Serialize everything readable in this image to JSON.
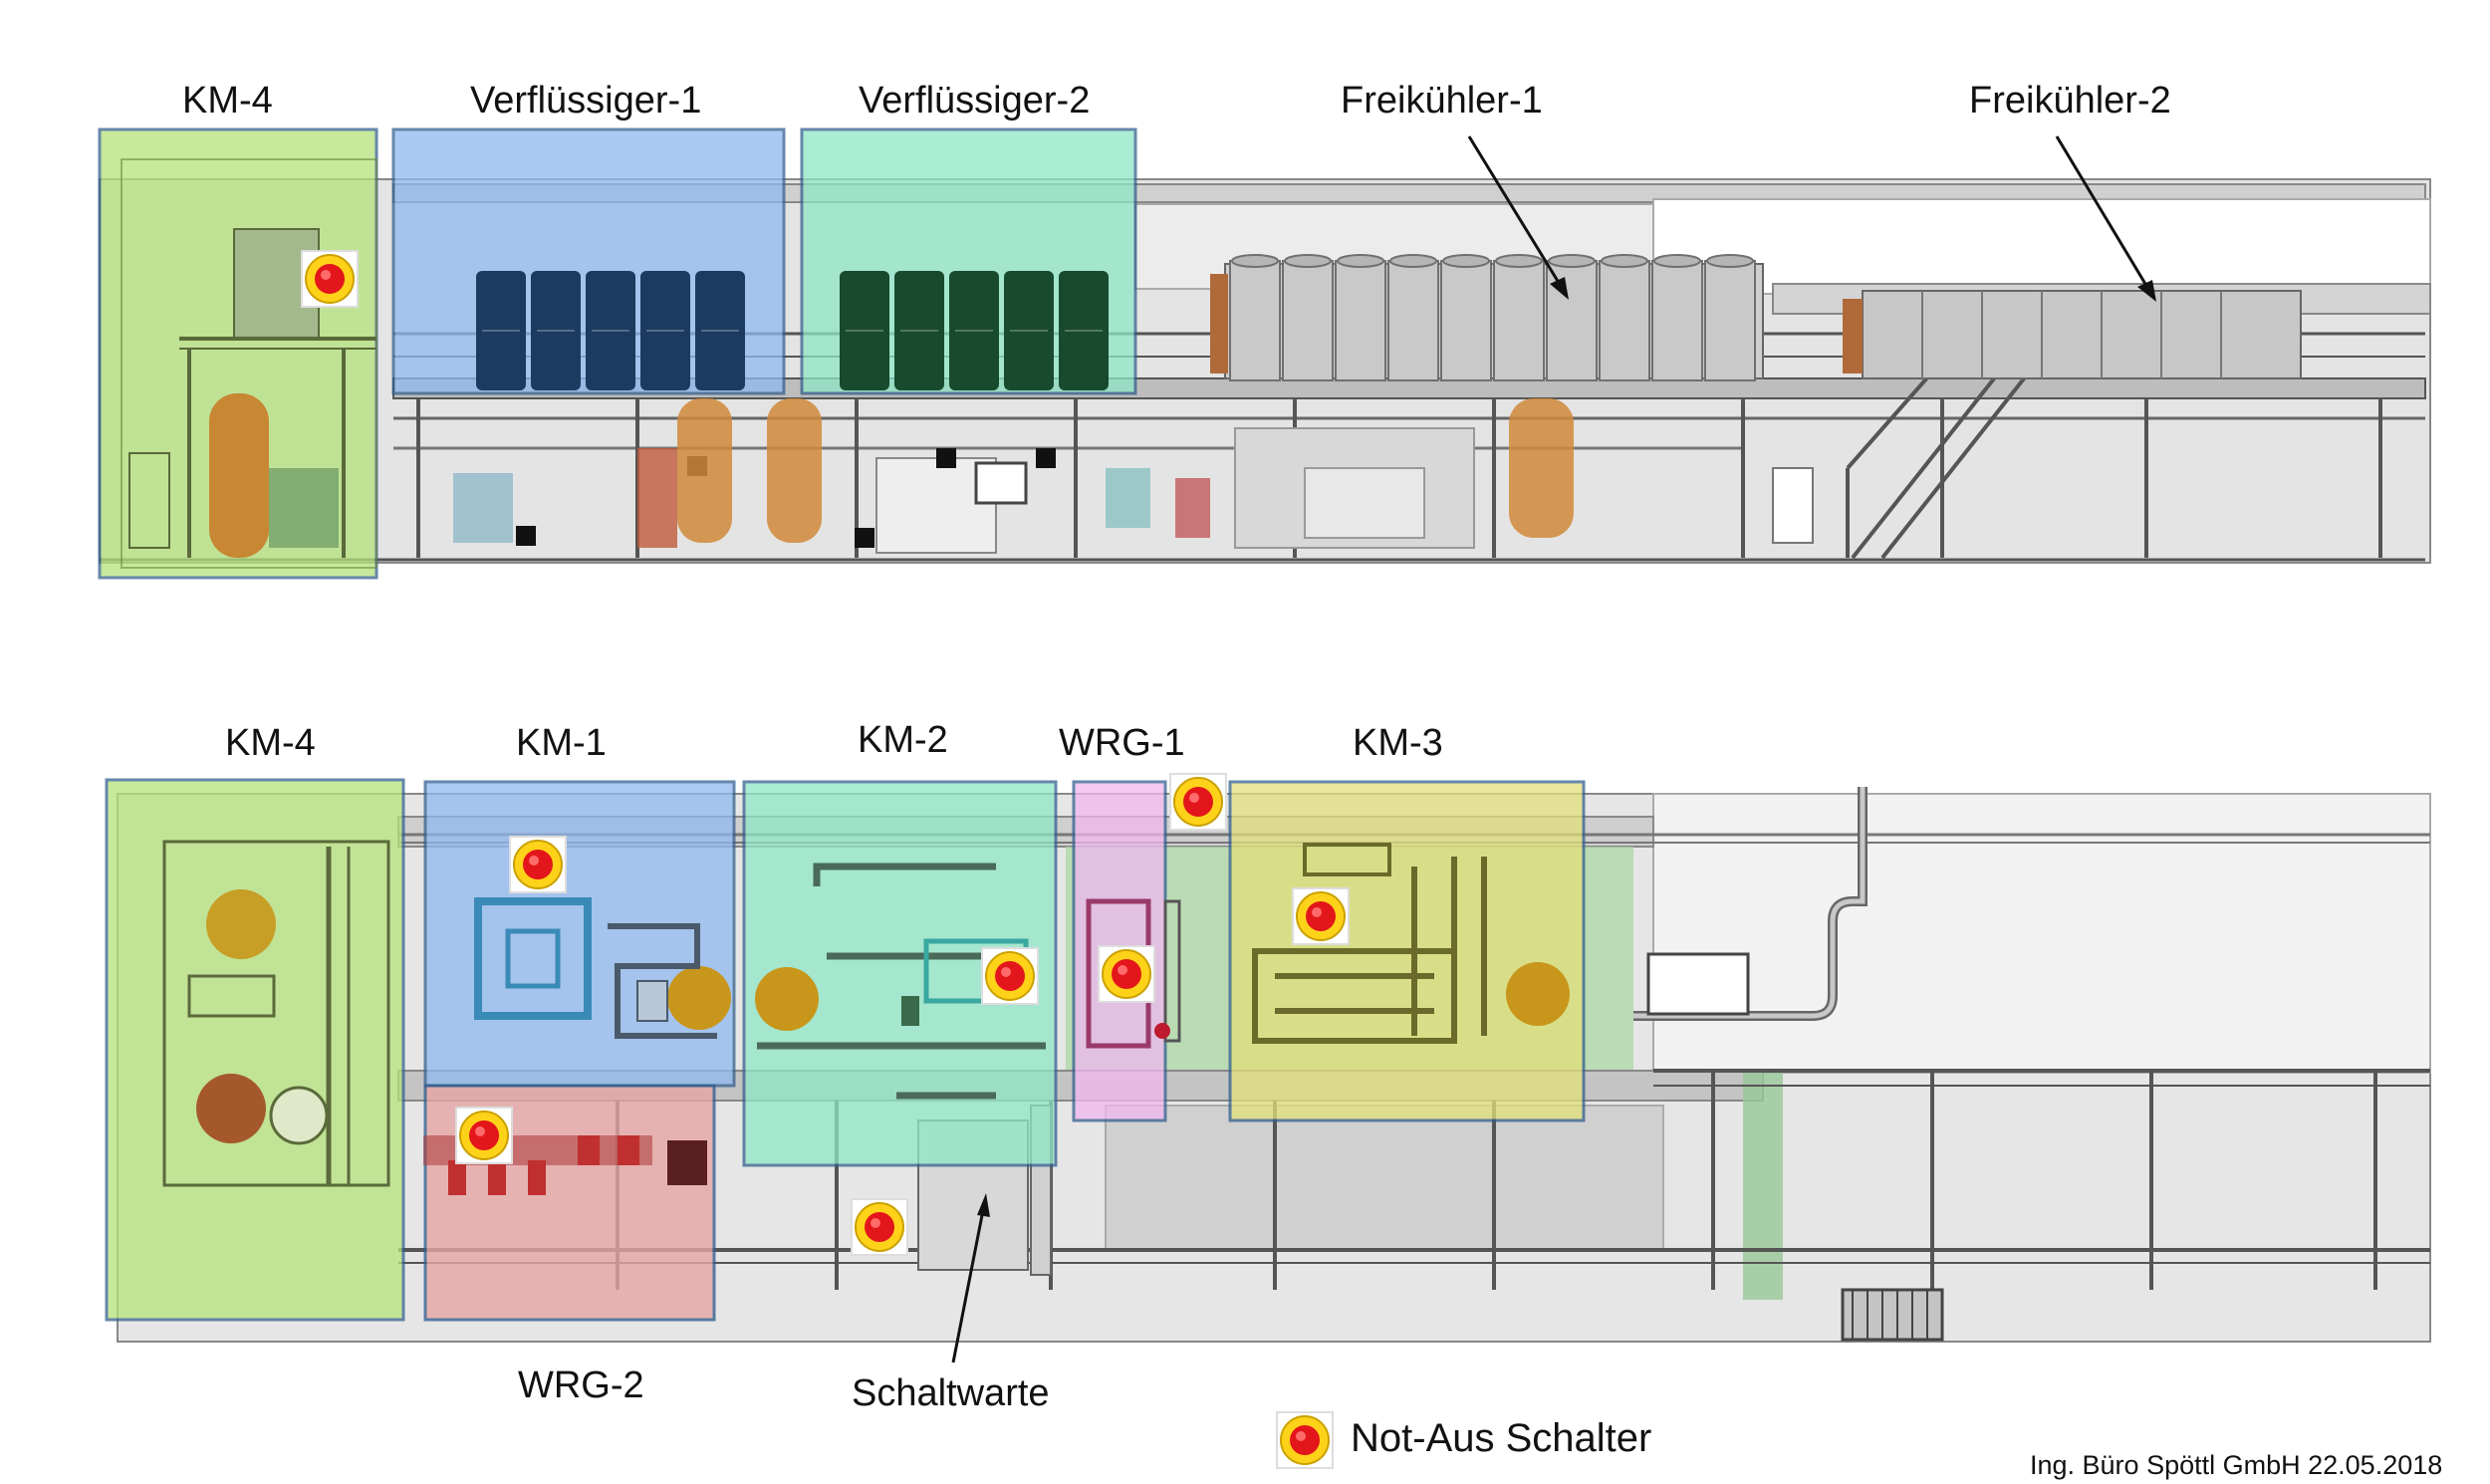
{
  "colors": {
    "green": "#b5e27a",
    "blue": "#8fb8f0",
    "mint": "#8fe6c6",
    "pink": "#f0b7f0",
    "red": "#e6a4a4",
    "yellow": "#e2e07a",
    "frame": "#34608f",
    "stop_red": "#e3161b",
    "stop_yellow": "#ffd21a"
  },
  "top_labels": {
    "km4": "KM-4",
    "verfl1": "Verflüssiger-1",
    "verfl2": "Verflüssiger-2",
    "frei1": "Freikühler-1",
    "frei2": "Freikühler-2"
  },
  "bottom_labels": {
    "km4": "KM-4",
    "km1": "KM-1",
    "km2": "KM-2",
    "wrg1": "WRG-1",
    "km3": "KM-3",
    "wrg2": "WRG-2",
    "schaltwarte": "Schaltwarte"
  },
  "legend": {
    "icon": "emergency-stop-icon",
    "label": "Not-Aus Schalter"
  },
  "credit": "Ing. Büro Spöttl GmbH 22.05.2018"
}
